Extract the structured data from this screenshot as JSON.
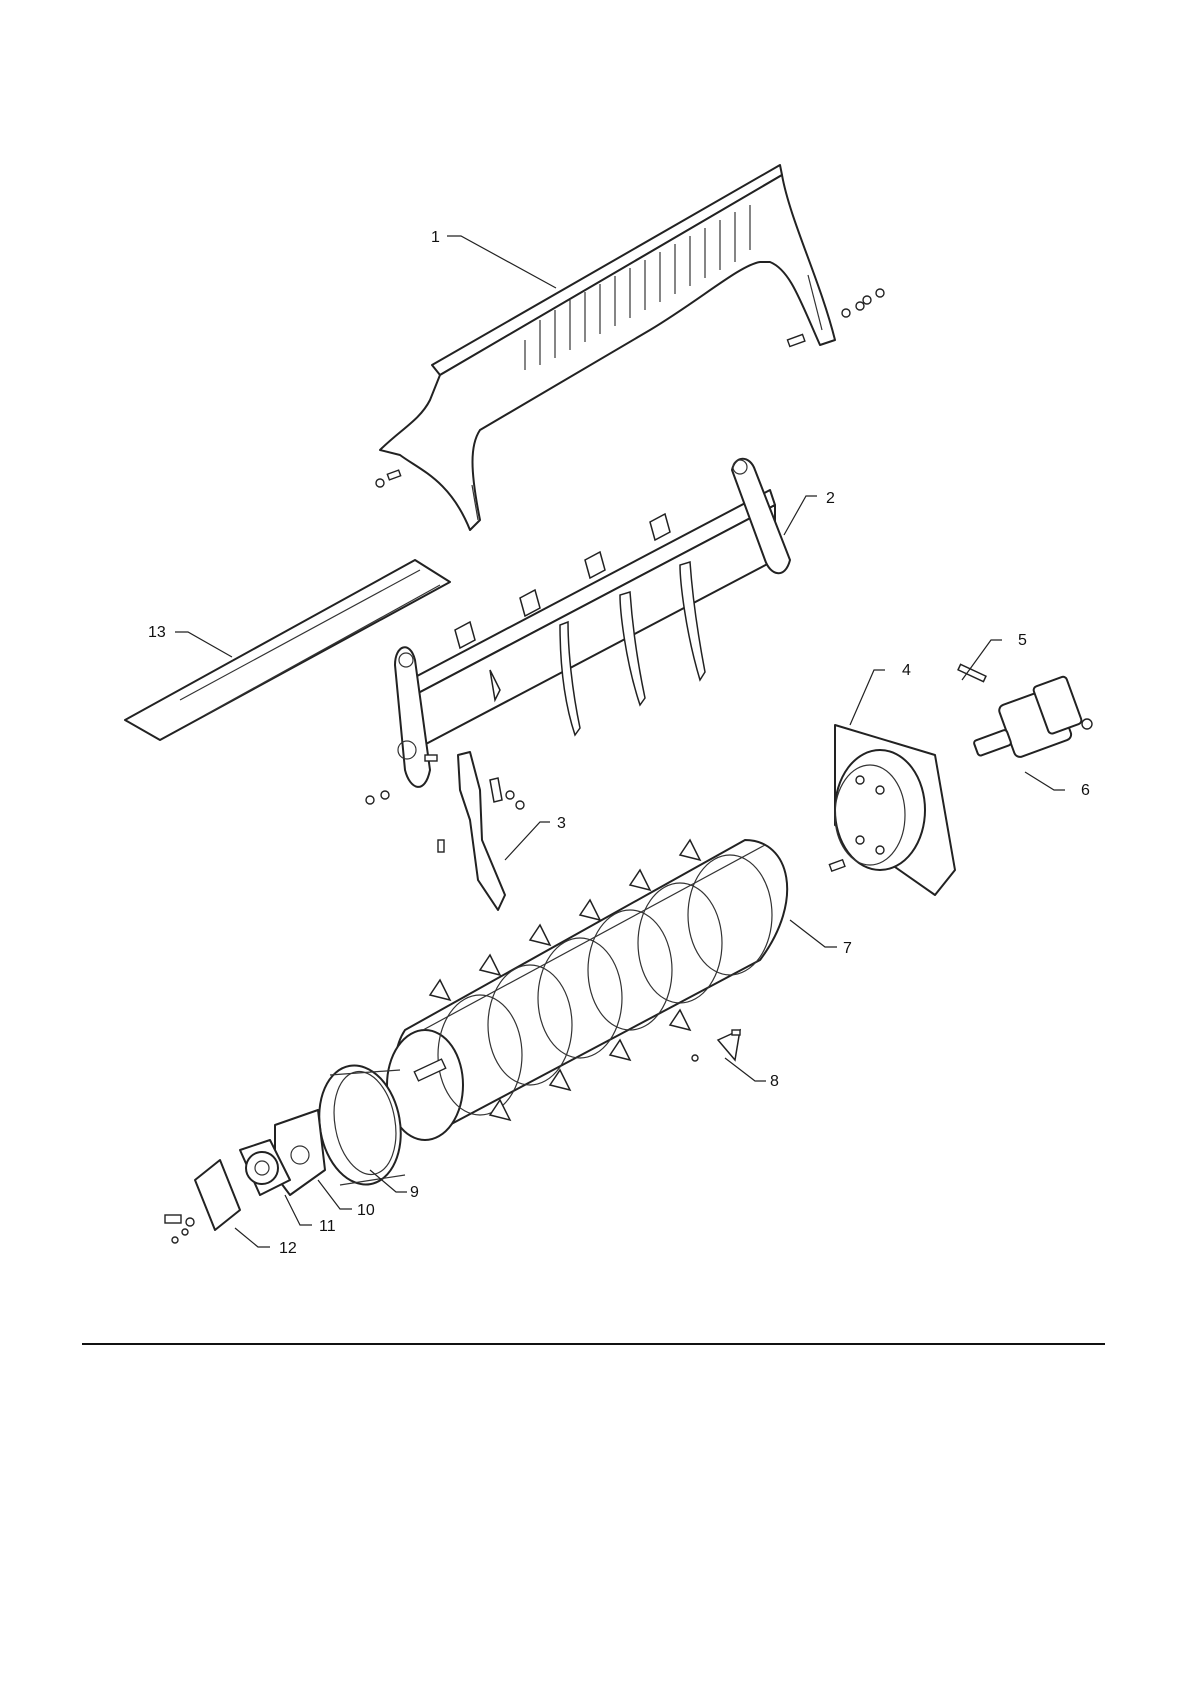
{
  "callouts": [
    {
      "id": "1",
      "text": "1"
    },
    {
      "id": "2",
      "text": "2"
    },
    {
      "id": "3",
      "text": "3"
    },
    {
      "id": "4",
      "text": "4"
    },
    {
      "id": "5",
      "text": "5"
    },
    {
      "id": "6",
      "text": "6"
    },
    {
      "id": "7",
      "text": "7"
    },
    {
      "id": "8",
      "text": "8"
    },
    {
      "id": "9",
      "text": "9"
    },
    {
      "id": "10",
      "text": "10"
    },
    {
      "id": "11",
      "text": "11"
    },
    {
      "id": "12",
      "text": "12"
    },
    {
      "id": "13",
      "text": "13"
    }
  ],
  "colors": {
    "line": "#222222",
    "background": "#ffffff"
  }
}
